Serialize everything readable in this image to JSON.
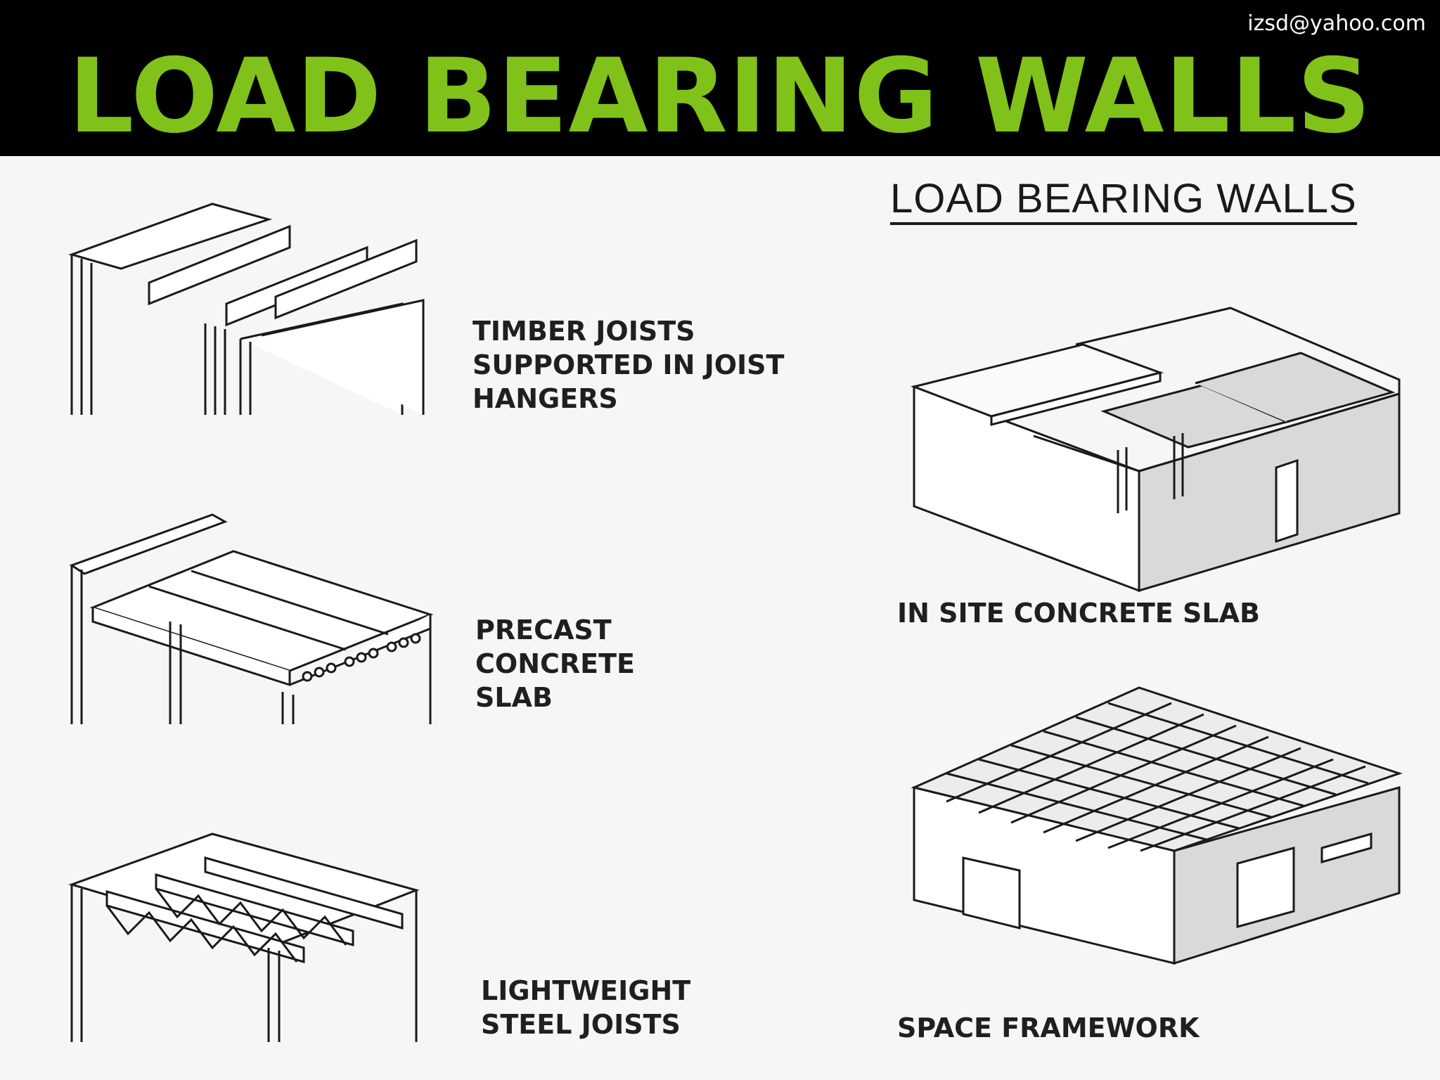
{
  "header": {
    "email": "izsd@yahoo.com",
    "title": "LOAD BEARING WALLS"
  },
  "figure": {
    "heading": "LOAD BEARING WALLS",
    "panels": [
      {
        "label": "TIMBER JOISTS\nSUPPORTED IN JOIST\nHANGERS",
        "drawing": "timber-joists"
      },
      {
        "label": "PRECAST\nCONCRETE\nSLAB",
        "drawing": "precast-slab"
      },
      {
        "label": "LIGHTWEIGHT\nSTEEL JOISTS",
        "drawing": "steel-joists"
      },
      {
        "label": "IN SITE CONCRETE SLAB",
        "drawing": "insitu-slab"
      },
      {
        "label": "SPACE FRAMEWORK",
        "drawing": "space-frame"
      }
    ]
  },
  "colors": {
    "title_green": "#80c21a",
    "header_bg": "#000000",
    "line": "#1a1a1a",
    "wall_fill": "#d9d9d9"
  }
}
